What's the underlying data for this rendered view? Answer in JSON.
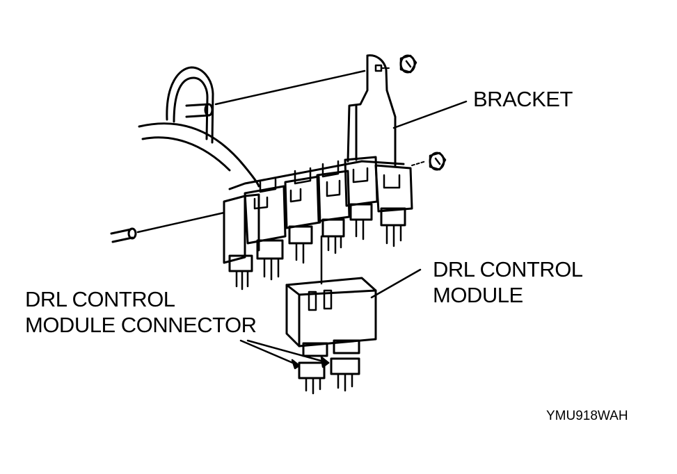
{
  "labels": {
    "bracket": "BRACKET",
    "module_line1": "DRL CONTROL",
    "module_line2": "MODULE",
    "connector_line1": "DRL CONTROL",
    "connector_line2": "MODULE CONNECTOR",
    "figure_code": "YMU918WAH"
  },
  "colors": {
    "ink": "#000000",
    "paper": "#ffffff"
  }
}
